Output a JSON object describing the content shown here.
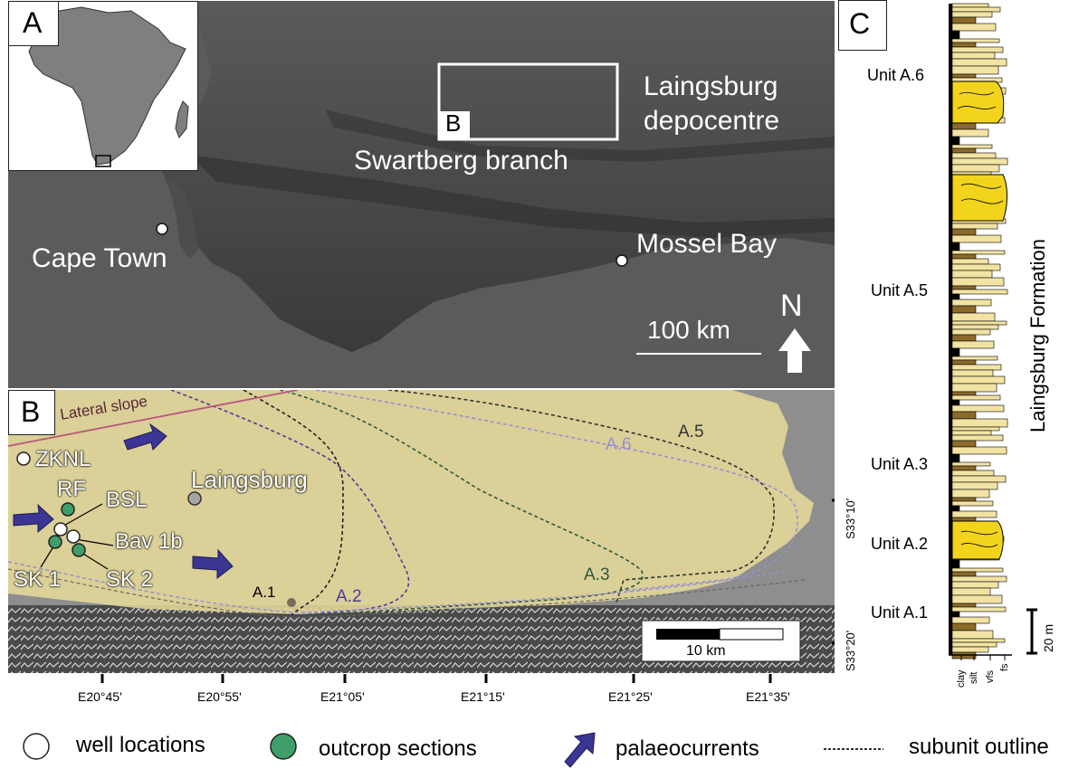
{
  "panel_a": {
    "letter": "A",
    "labels": {
      "laingsburg_depocentre_line1": "Laingsburg",
      "laingsburg_depocentre_line2": "depocentre",
      "swartberg_branch": "Swartberg branch",
      "cape_town": "Cape Town",
      "mossel_bay": "Mossel Bay",
      "box_b_letter": "B"
    },
    "scale_bar": "100 km",
    "north": "N"
  },
  "panel_b": {
    "letter": "B",
    "lateral_slope": "Lateral slope",
    "towns": {
      "laingsburg": "Laingsburg"
    },
    "wells": {
      "zknl": "ZKNL",
      "bsl": "BSL",
      "bav1b": "Bav 1b"
    },
    "outcrops": {
      "rf": "RF",
      "sk1": "SK 1",
      "sk2": "SK 2"
    },
    "subunits": {
      "a1": "A.1",
      "a2": "A.2",
      "a3": "A.3",
      "a5": "A.5",
      "a6": "A.6"
    },
    "scale_bar": "10 km",
    "longitude_ticks": [
      "E20°45'",
      "E20°55'",
      "E21°05'",
      "E21°15'",
      "E21°25'",
      "E21°35'"
    ],
    "latitude_ticks": [
      "S33°10'",
      "S33°20'"
    ]
  },
  "panel_c": {
    "letter": "C",
    "formation": "Laingsburg Formation",
    "units": [
      "Unit A.6",
      "Unit A.5",
      "Unit A.3",
      "Unit A.2",
      "Unit A.1"
    ],
    "scale": "20 m",
    "grain_sizes": [
      "clay",
      "silt",
      "vfs",
      "fs"
    ]
  },
  "legend": {
    "well_locations": "well locations",
    "outcrop_sections": "outcrop sections",
    "palaeocurrents": "palaeocurrents",
    "subunit_outline": "subunit outline"
  },
  "colors": {
    "well": "#ffffff",
    "outcrop": "#3f9e6a",
    "arrow": "#3b3594",
    "sand": "#f3e3a3",
    "channel_fill": "#f2d41c",
    "silt": "#8b6a2c"
  }
}
